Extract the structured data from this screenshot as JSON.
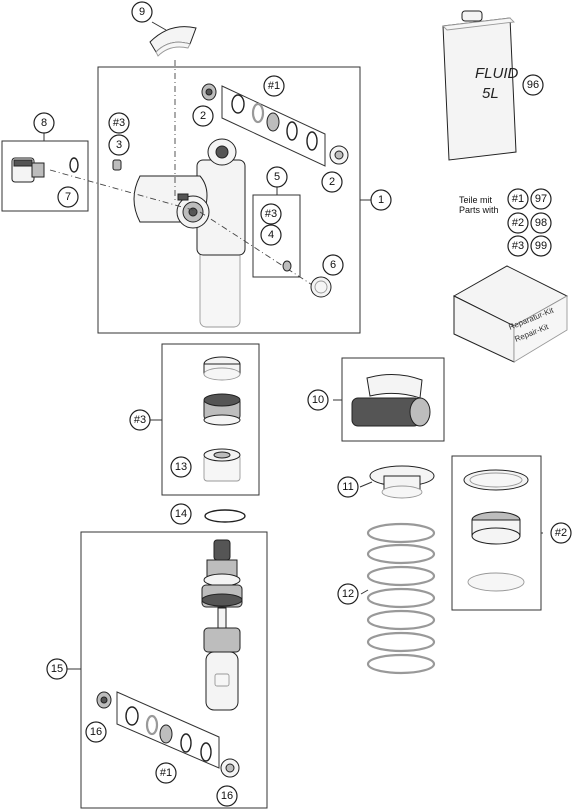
{
  "callouts": {
    "c1": "1",
    "c2a": "2",
    "c2b": "2",
    "c3": "3",
    "c3hash": "#3",
    "c4": "4",
    "c5": "5",
    "c5hash": "#3",
    "c6": "6",
    "c7": "7",
    "c8": "8",
    "c9": "9",
    "c10": "10",
    "c11": "11",
    "c12": "12",
    "c13": "13",
    "c14": "14",
    "c15": "15",
    "c16a": "16",
    "c16b": "16",
    "c1hash_top": "#1",
    "c1hash_bottom": "#1",
    "c2hash": "#2",
    "c3hash_left": "#3",
    "c96": "96"
  },
  "legend": {
    "line1": "Teile mit",
    "line2": "Parts with",
    "rows": [
      {
        "ref": "#1",
        "num": "97"
      },
      {
        "ref": "#2",
        "num": "98"
      },
      {
        "ref": "#3",
        "num": "99"
      }
    ]
  },
  "can": {
    "line1": "FLUID",
    "line2": "5L"
  },
  "repair_box": {
    "line1": "Reparatur-Kit",
    "line2": "Repair-Kit"
  }
}
